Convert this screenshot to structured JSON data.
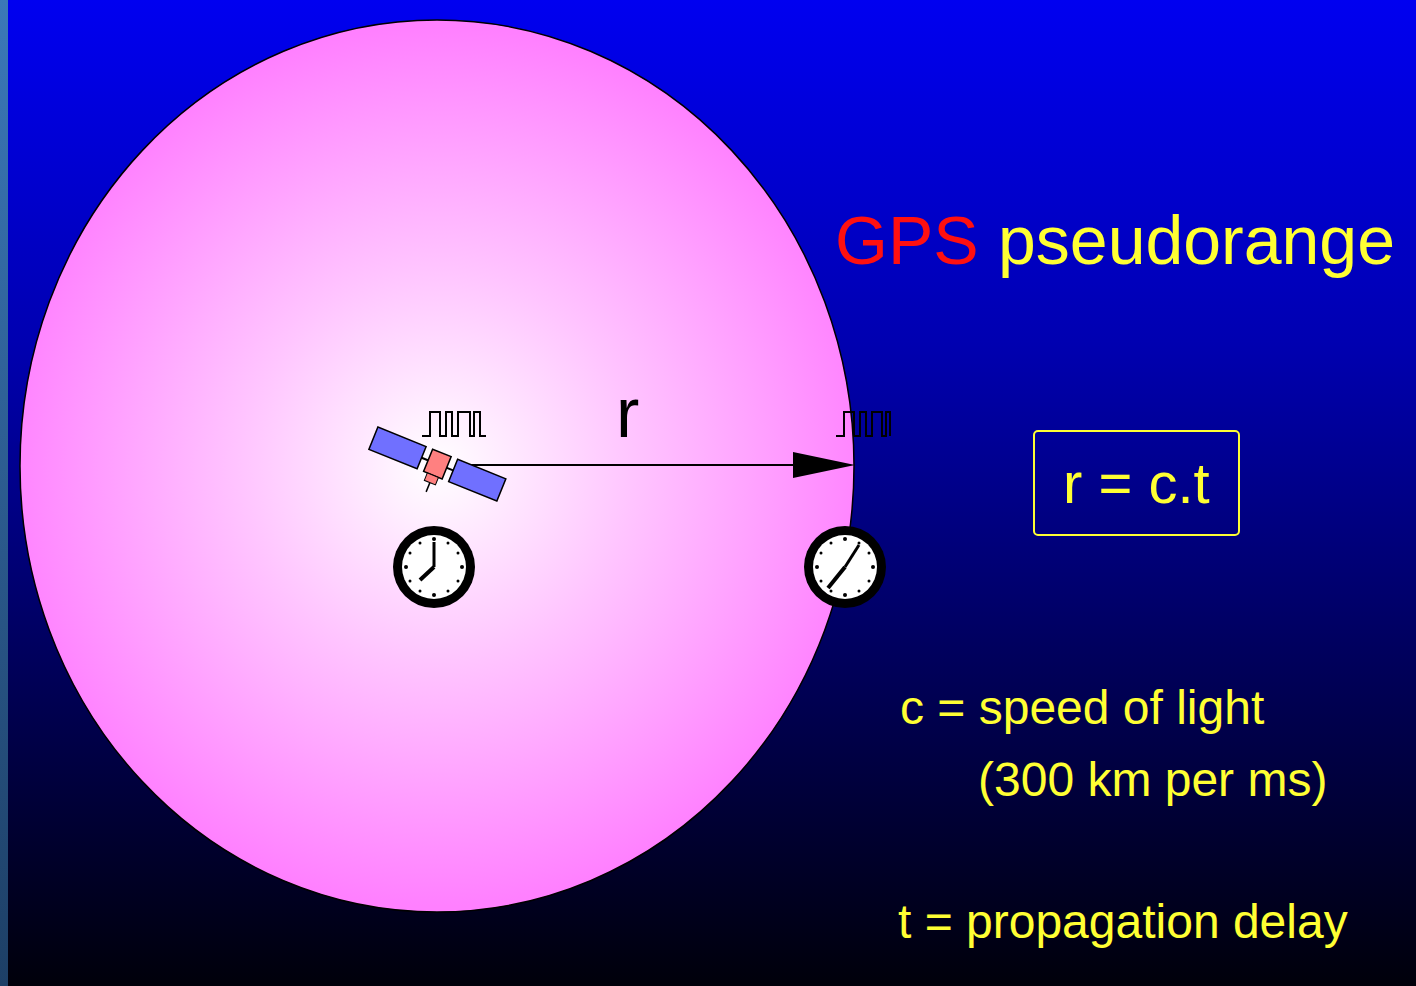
{
  "diagram": {
    "nodes": [
      {
        "text": [
          "r = c.t"
        ]
      }
    ],
    "labels": [
      "GPS",
      "pseudorange",
      "r",
      "c = speed of light",
      "(300 km per ms)",
      "t = propagation delay"
    ]
  }
}
